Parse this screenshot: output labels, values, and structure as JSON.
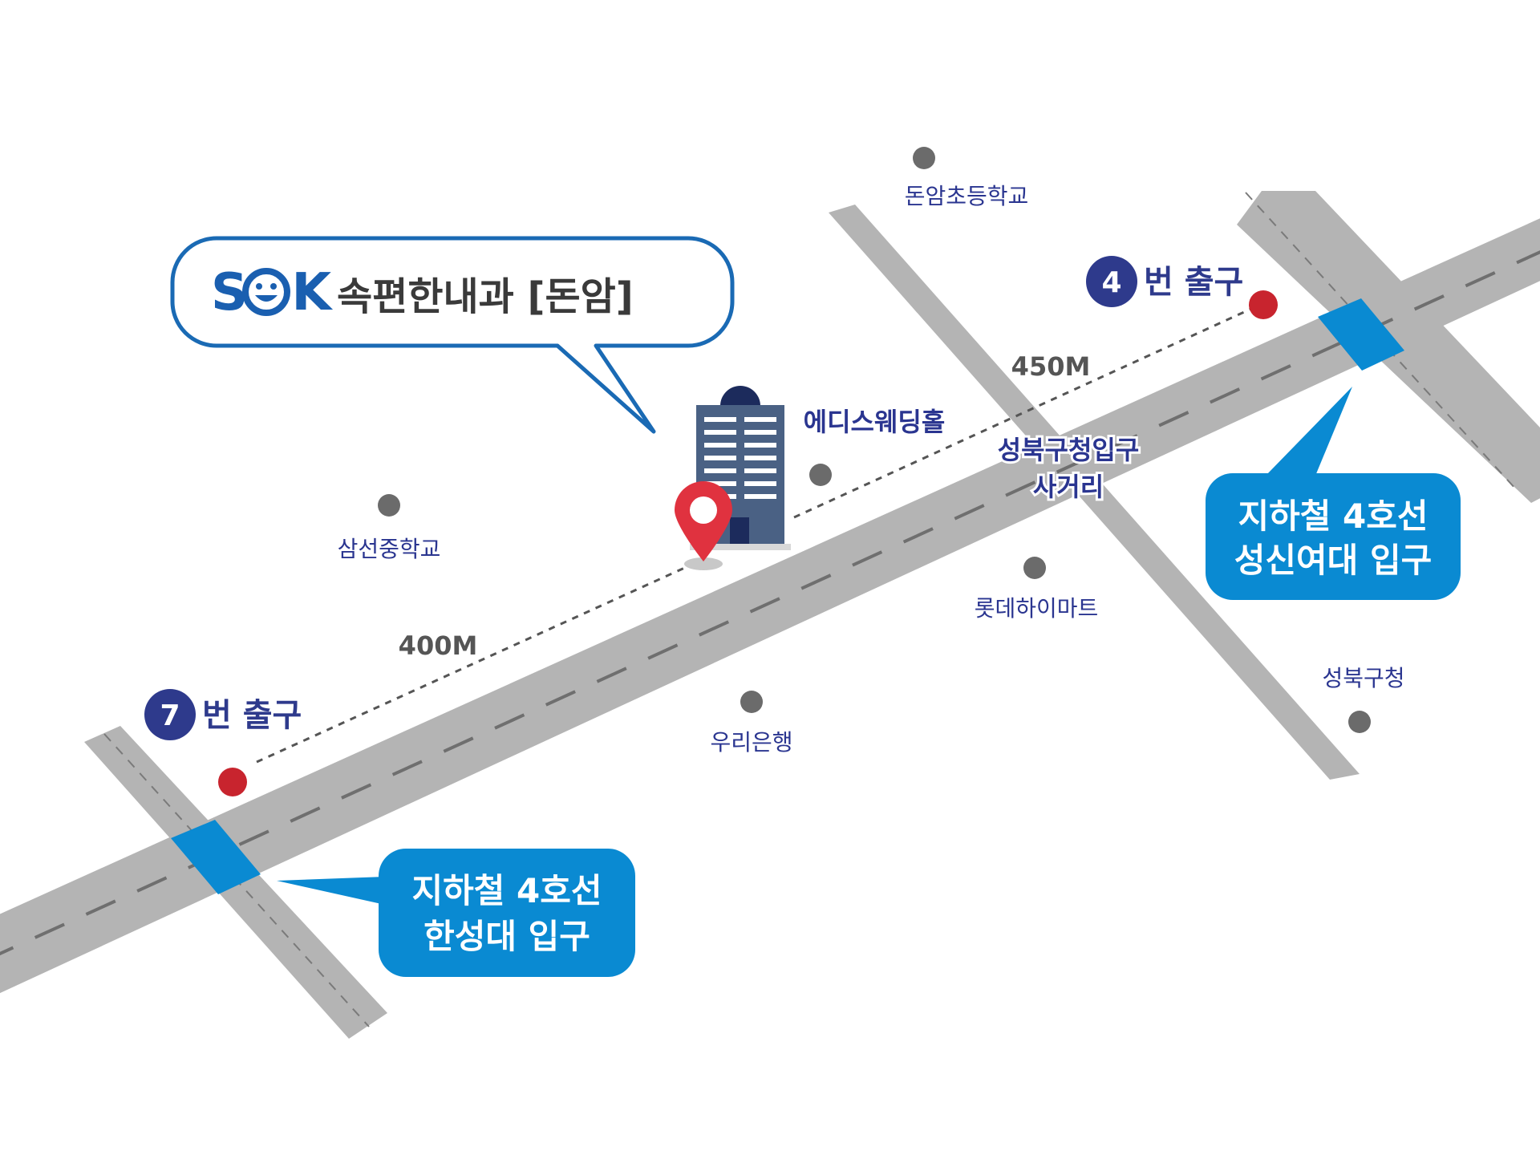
{
  "clinic": {
    "logo_text": "SOK",
    "name": "속편한내과 [돈암]"
  },
  "landmarks": {
    "donam_elementary": "돈암초등학교",
    "samsun_middle": "삼선중학교",
    "edis_wedding": "에디스웨딩홀",
    "lotte_himart": "롯데하이마트",
    "woori_bank": "우리은행",
    "seongbuk_office": "성북구청",
    "intersection_line1": "성북구청입구",
    "intersection_line2": "사거리"
  },
  "exits": {
    "exit4_number": "4",
    "exit4_label": "번 출구",
    "exit7_number": "7",
    "exit7_label": "번 출구"
  },
  "distances": {
    "to_exit4": "450M",
    "to_exit7": "400M"
  },
  "stations": {
    "sungshin_line1": "지하철 4호선",
    "sungshin_line2": "성신여대 입구",
    "hansung_line1": "지하철 4호선",
    "hansung_line2": "한성대 입구"
  },
  "colors": {
    "road": "#b4b4b4",
    "crosswalk": "#0a8ad2",
    "callout": "#0a8ad2",
    "brand": "#1a5fb0",
    "exit_badge": "#2e3a8c",
    "exit_dot": "#c8242e",
    "poi_dot": "#6b6b6b",
    "poi_label": "#2a3590",
    "building": "#4a6184",
    "pin": "#e0323f"
  }
}
